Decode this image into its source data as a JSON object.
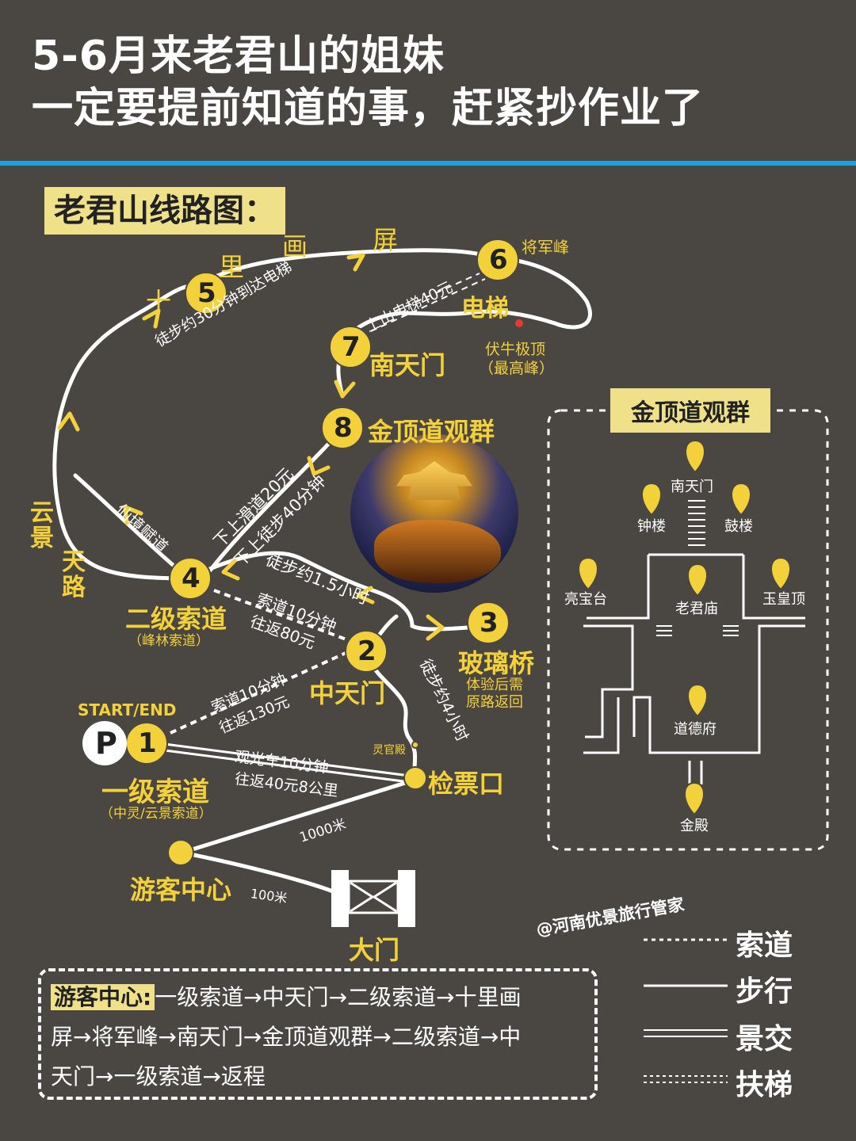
{
  "header": {
    "title_line1": "5-6月来老君山的姐妹",
    "title_line2": "一定要提前知道的事，赶紧抄作业了"
  },
  "section_label": "老君山线路图：",
  "stations": [
    {
      "num": "1",
      "name": "一级索道",
      "sub": "（中灵/云景索道）"
    },
    {
      "num": "2",
      "name": "中天门"
    },
    {
      "num": "3",
      "name": "玻璃桥",
      "sub1": "体验后需",
      "sub2": "原路返回"
    },
    {
      "num": "4",
      "name": "二级索道",
      "sub": "（峰林索道）"
    },
    {
      "num": "5"
    },
    {
      "num": "6",
      "name": "将军峰"
    },
    {
      "num": "7",
      "name": "南天门"
    },
    {
      "num": "8",
      "name": "金顶道观群"
    }
  ],
  "map_labels": {
    "start_end": "START/END",
    "parking": "P",
    "shili_1": "十",
    "shili_2": "里",
    "shili_3": "画",
    "shili_4": "屏",
    "walk_30": "徒步约30分钟到达电梯",
    "elevator_fee": "上山电梯40元",
    "elevator": "电梯",
    "funiu_1": "伏牛极顶",
    "funiu_2": "（最高峰）",
    "slide_fee": "下上滑道20元",
    "walk_40": "下上徒步40分钟",
    "walk_15h": "徒步约1.5小时",
    "xianjing": "仙境赋道",
    "yunjing_1": "云",
    "yunjing_2": "景",
    "tianlu_1": "天",
    "tianlu_2": "路",
    "cable2_1": "索道10分钟",
    "cable2_2": "往返80元",
    "cable1_1": "索道10分钟",
    "cable1_2": "往返130元",
    "walk_4h": "徒步约4小时",
    "lingguan": "灵官殿",
    "ticket": "检票口",
    "bus_1": "观光车10分钟",
    "bus_2": "往返40元8公里",
    "dist_1000": "1000米",
    "dist_100": "100米",
    "visitor_center": "游客中心",
    "gate": "大门",
    "watermark": "@河南优景旅行管家"
  },
  "inset": {
    "title": "金顶道观群",
    "pins": [
      "南天门",
      "钟楼",
      "鼓楼",
      "亮宝台",
      "老君庙",
      "玉皇顶",
      "道德府",
      "金殿"
    ]
  },
  "route_box": {
    "label": "游客中心:",
    "text1": "一级索道→中天门→二级索道→十里画",
    "text2": "屏→将军峰→南天门→金顶道观群→二级索道→中",
    "text3": "天门→一级索道→返程"
  },
  "legend": [
    {
      "label": "索道"
    },
    {
      "label": "步行"
    },
    {
      "label": "景交"
    },
    {
      "label": "扶梯"
    }
  ],
  "colors": {
    "background": "#4a4641",
    "accent_yellow": "#f3d13a",
    "label_bg": "#efe08a",
    "divider_blue": "#1da1d8"
  }
}
